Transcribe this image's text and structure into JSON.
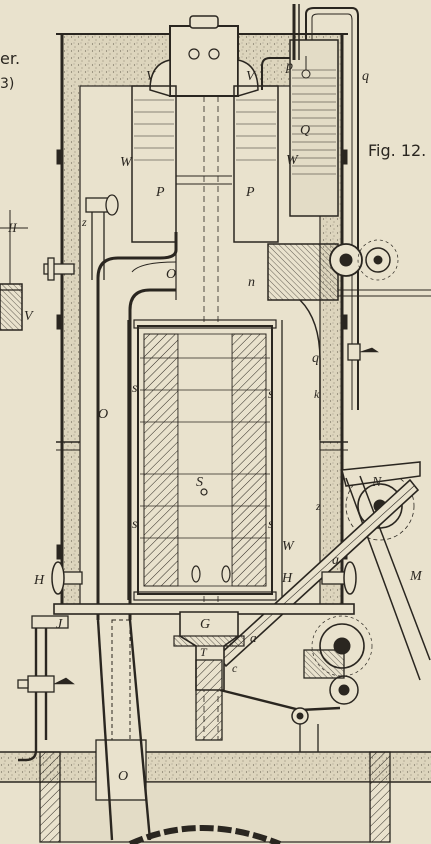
{
  "figure": {
    "title": "Fig. 12."
  },
  "edge_text": {
    "partial_word": "er.",
    "partial_ref": "3)",
    "side_label_ii": "II",
    "side_label_v": "V"
  },
  "labels": {
    "V_left": "V",
    "V_right": "V",
    "p": "p",
    "q": "q",
    "Q": "Q",
    "W_upper_left": "W",
    "W_upper_right": "W",
    "P_left": "P",
    "P_right": "P",
    "z_upper": "z",
    "O_mid": "O",
    "n": "n",
    "O_left": "O",
    "q_mid": "q",
    "s_1": "s",
    "s_2": "s",
    "s_3": "s",
    "s_4": "s",
    "k": "k",
    "S": "S",
    "z_mid": "z",
    "N": "N",
    "W_lower": "W",
    "a_1": "a",
    "M": "M",
    "H_left": "H",
    "H_right": "H",
    "J": "J",
    "G": "G",
    "a_2": "a",
    "T": "T",
    "c": "c",
    "O_bottom": "O"
  },
  "colors": {
    "paper": "#e9e2cd",
    "ink": "#2a2620",
    "insulation": "#d8d0b8"
  }
}
